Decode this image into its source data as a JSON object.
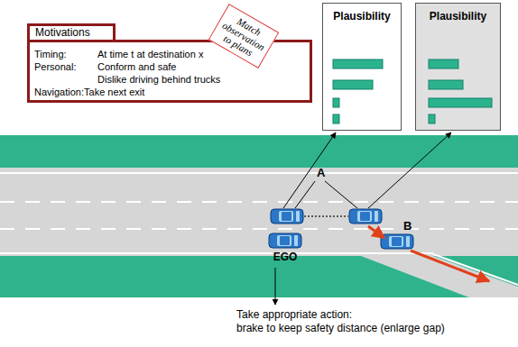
{
  "diagram": {
    "nodes": [
      {
        "text": [
          "Motivations",
          "Timing:",
          "At time t at destination x",
          "Personal:",
          "Conform and safe",
          "Dislike driving behind trucks",
          "Navigation:Take next exit"
        ]
      },
      {
        "text": [
          "Match observation to plans"
        ]
      },
      {
        "text": [
          "Plausibility"
        ]
      },
      {
        "text": [
          "Plausibility"
        ]
      },
      {
        "text": [
          "EGO"
        ]
      }
    ],
    "labels": [
      "A",
      "B",
      "Take appropriate action:",
      "brake to keep safety distance (enlarge gap)"
    ]
  }
}
